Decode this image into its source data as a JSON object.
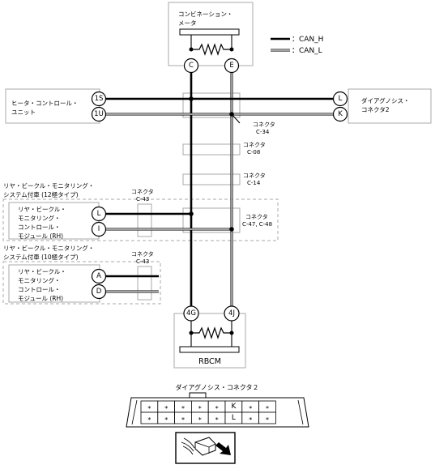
{
  "combination_meter": {
    "line1": "コンビネーション・",
    "line2": "メータ",
    "pin_canh": "C",
    "pin_canl": "E"
  },
  "legend": {
    "canh": "：CAN_H",
    "canl": "：CAN_L"
  },
  "heater_unit": {
    "line1": "ヒータ・コントロール・",
    "line2": "ユニット",
    "pin1": "1S",
    "pin2": "1U"
  },
  "diag_connector": {
    "line1": "ダイアグノシス・",
    "line2": "コネクタ2",
    "pin1": "L",
    "pin2": "K"
  },
  "connectors": {
    "c34": {
      "line1": "コネクタ",
      "line2": "C-34"
    },
    "c08": {
      "line1": "コネクタ",
      "line2": "C-08"
    },
    "c14": {
      "line1": "コネクタ",
      "line2": "C-14"
    },
    "c47": {
      "line1": "コネクタ",
      "line2": "C-47, C-48"
    },
    "c43a": {
      "line1": "コネクタ",
      "line2": "C-43"
    },
    "c43b": {
      "line1": "コネクタ",
      "line2": "C-43"
    }
  },
  "monitor12": {
    "group_line1": "リヤ・ビークル・モニタリング・",
    "group_line2": "システム付車 (12極タイプ)",
    "m1": "リヤ・ビークル・",
    "m2": "モニタリング・",
    "m3": "コントロール・",
    "m4": "モジュール (RH)",
    "pin1": "L",
    "pin2": "I"
  },
  "monitor10": {
    "group_line1": "リヤ・ビークル・モニタリング・",
    "group_line2": "システム付車 (10極タイプ)",
    "m1": "リヤ・ビークル・",
    "m2": "モニタリング・",
    "m3": "コントロール・",
    "m4": "モジュール (RH)",
    "pin1": "A",
    "pin2": "D"
  },
  "rbcm": {
    "label": "RBCM",
    "pin_canh": "4G",
    "pin_canl": "4J"
  },
  "diag_view": {
    "title": "ダイアグノシス・コネクタ２",
    "row1": [
      "*",
      "*",
      "*",
      "*",
      "*",
      "K",
      "*",
      "*"
    ],
    "row2": [
      "*",
      "*",
      "*",
      "*",
      "*",
      "L",
      "*",
      "*"
    ]
  }
}
